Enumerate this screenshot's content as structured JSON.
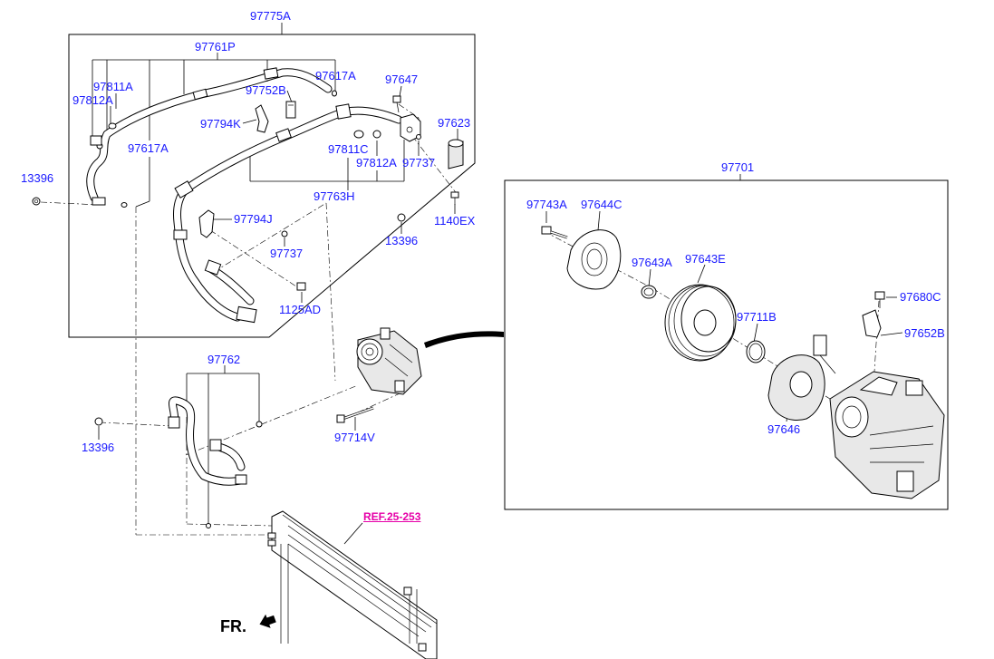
{
  "labels": {
    "l97775A": "97775A",
    "l97761P": "97761P",
    "l97811A": "97811A",
    "l97812A_left": "97812A",
    "l97617A_top": "97617A",
    "l97752B": "97752B",
    "l97647": "97647",
    "l97794K": "97794K",
    "l97623": "97623",
    "l97617A_left": "97617A",
    "l97811C": "97811C",
    "l97812A_mid": "97812A",
    "l97737_right": "97737",
    "l13396_left": "13396",
    "l97763H": "97763H",
    "l1140EX": "1140EX",
    "l97794J": "97794J",
    "l13396_mid": "13396",
    "l97737_mid": "97737",
    "l1125AD": "1125AD",
    "l97762": "97762",
    "l13396_low": "13396",
    "l97714V": "97714V",
    "l97701": "97701",
    "l97743A": "97743A",
    "l97644C": "97644C",
    "l97643A": "97643A",
    "l97643E": "97643E",
    "l97680C": "97680C",
    "l97711B": "97711B",
    "l97652B": "97652B",
    "l97646": "97646",
    "ref": "REF.25-253",
    "fr": "FR."
  },
  "colors": {
    "part_label": "#1a1aff",
    "ref_label": "#e600a8",
    "line": "#000000",
    "background": "#ffffff"
  }
}
